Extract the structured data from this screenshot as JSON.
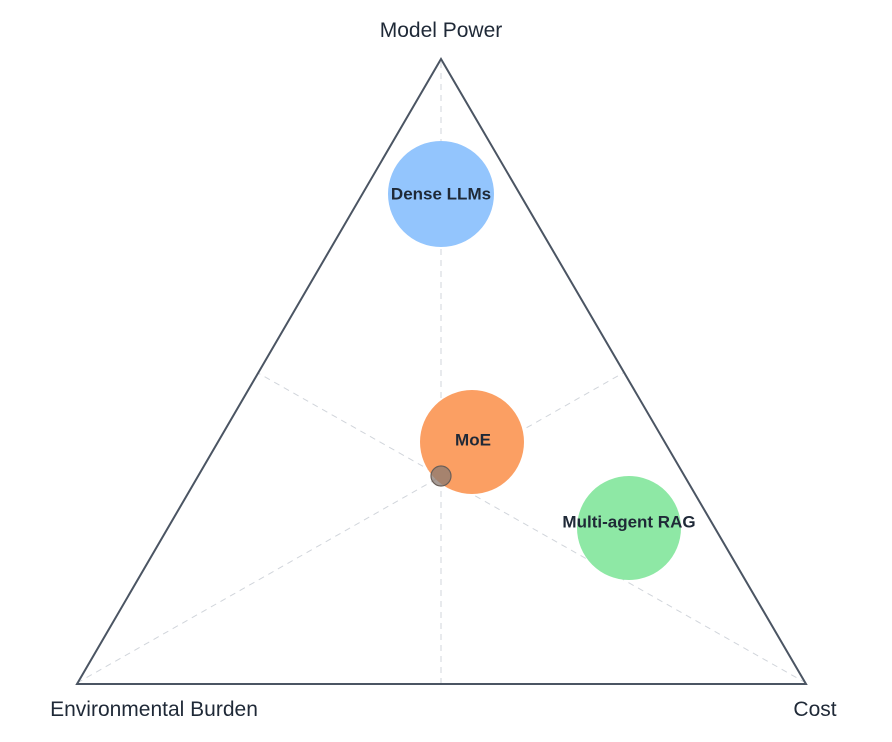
{
  "diagram": {
    "vertices": {
      "top": "Model Power",
      "left": "Environmental Burden",
      "right": "Cost"
    },
    "bubbles": [
      {
        "id": "dense-llms",
        "label": "Dense LLMs",
        "color": "#93c5fd"
      },
      {
        "id": "moe",
        "label": "MoE",
        "color": "#fb9f63"
      },
      {
        "id": "multi-agent-rag",
        "label": "Multi-agent RAG",
        "color": "#8ee8a5"
      }
    ],
    "colors": {
      "triangle_stroke": "#4b5563",
      "guide_stroke": "#d1d5db",
      "center_marker": "#8a7a72"
    }
  }
}
